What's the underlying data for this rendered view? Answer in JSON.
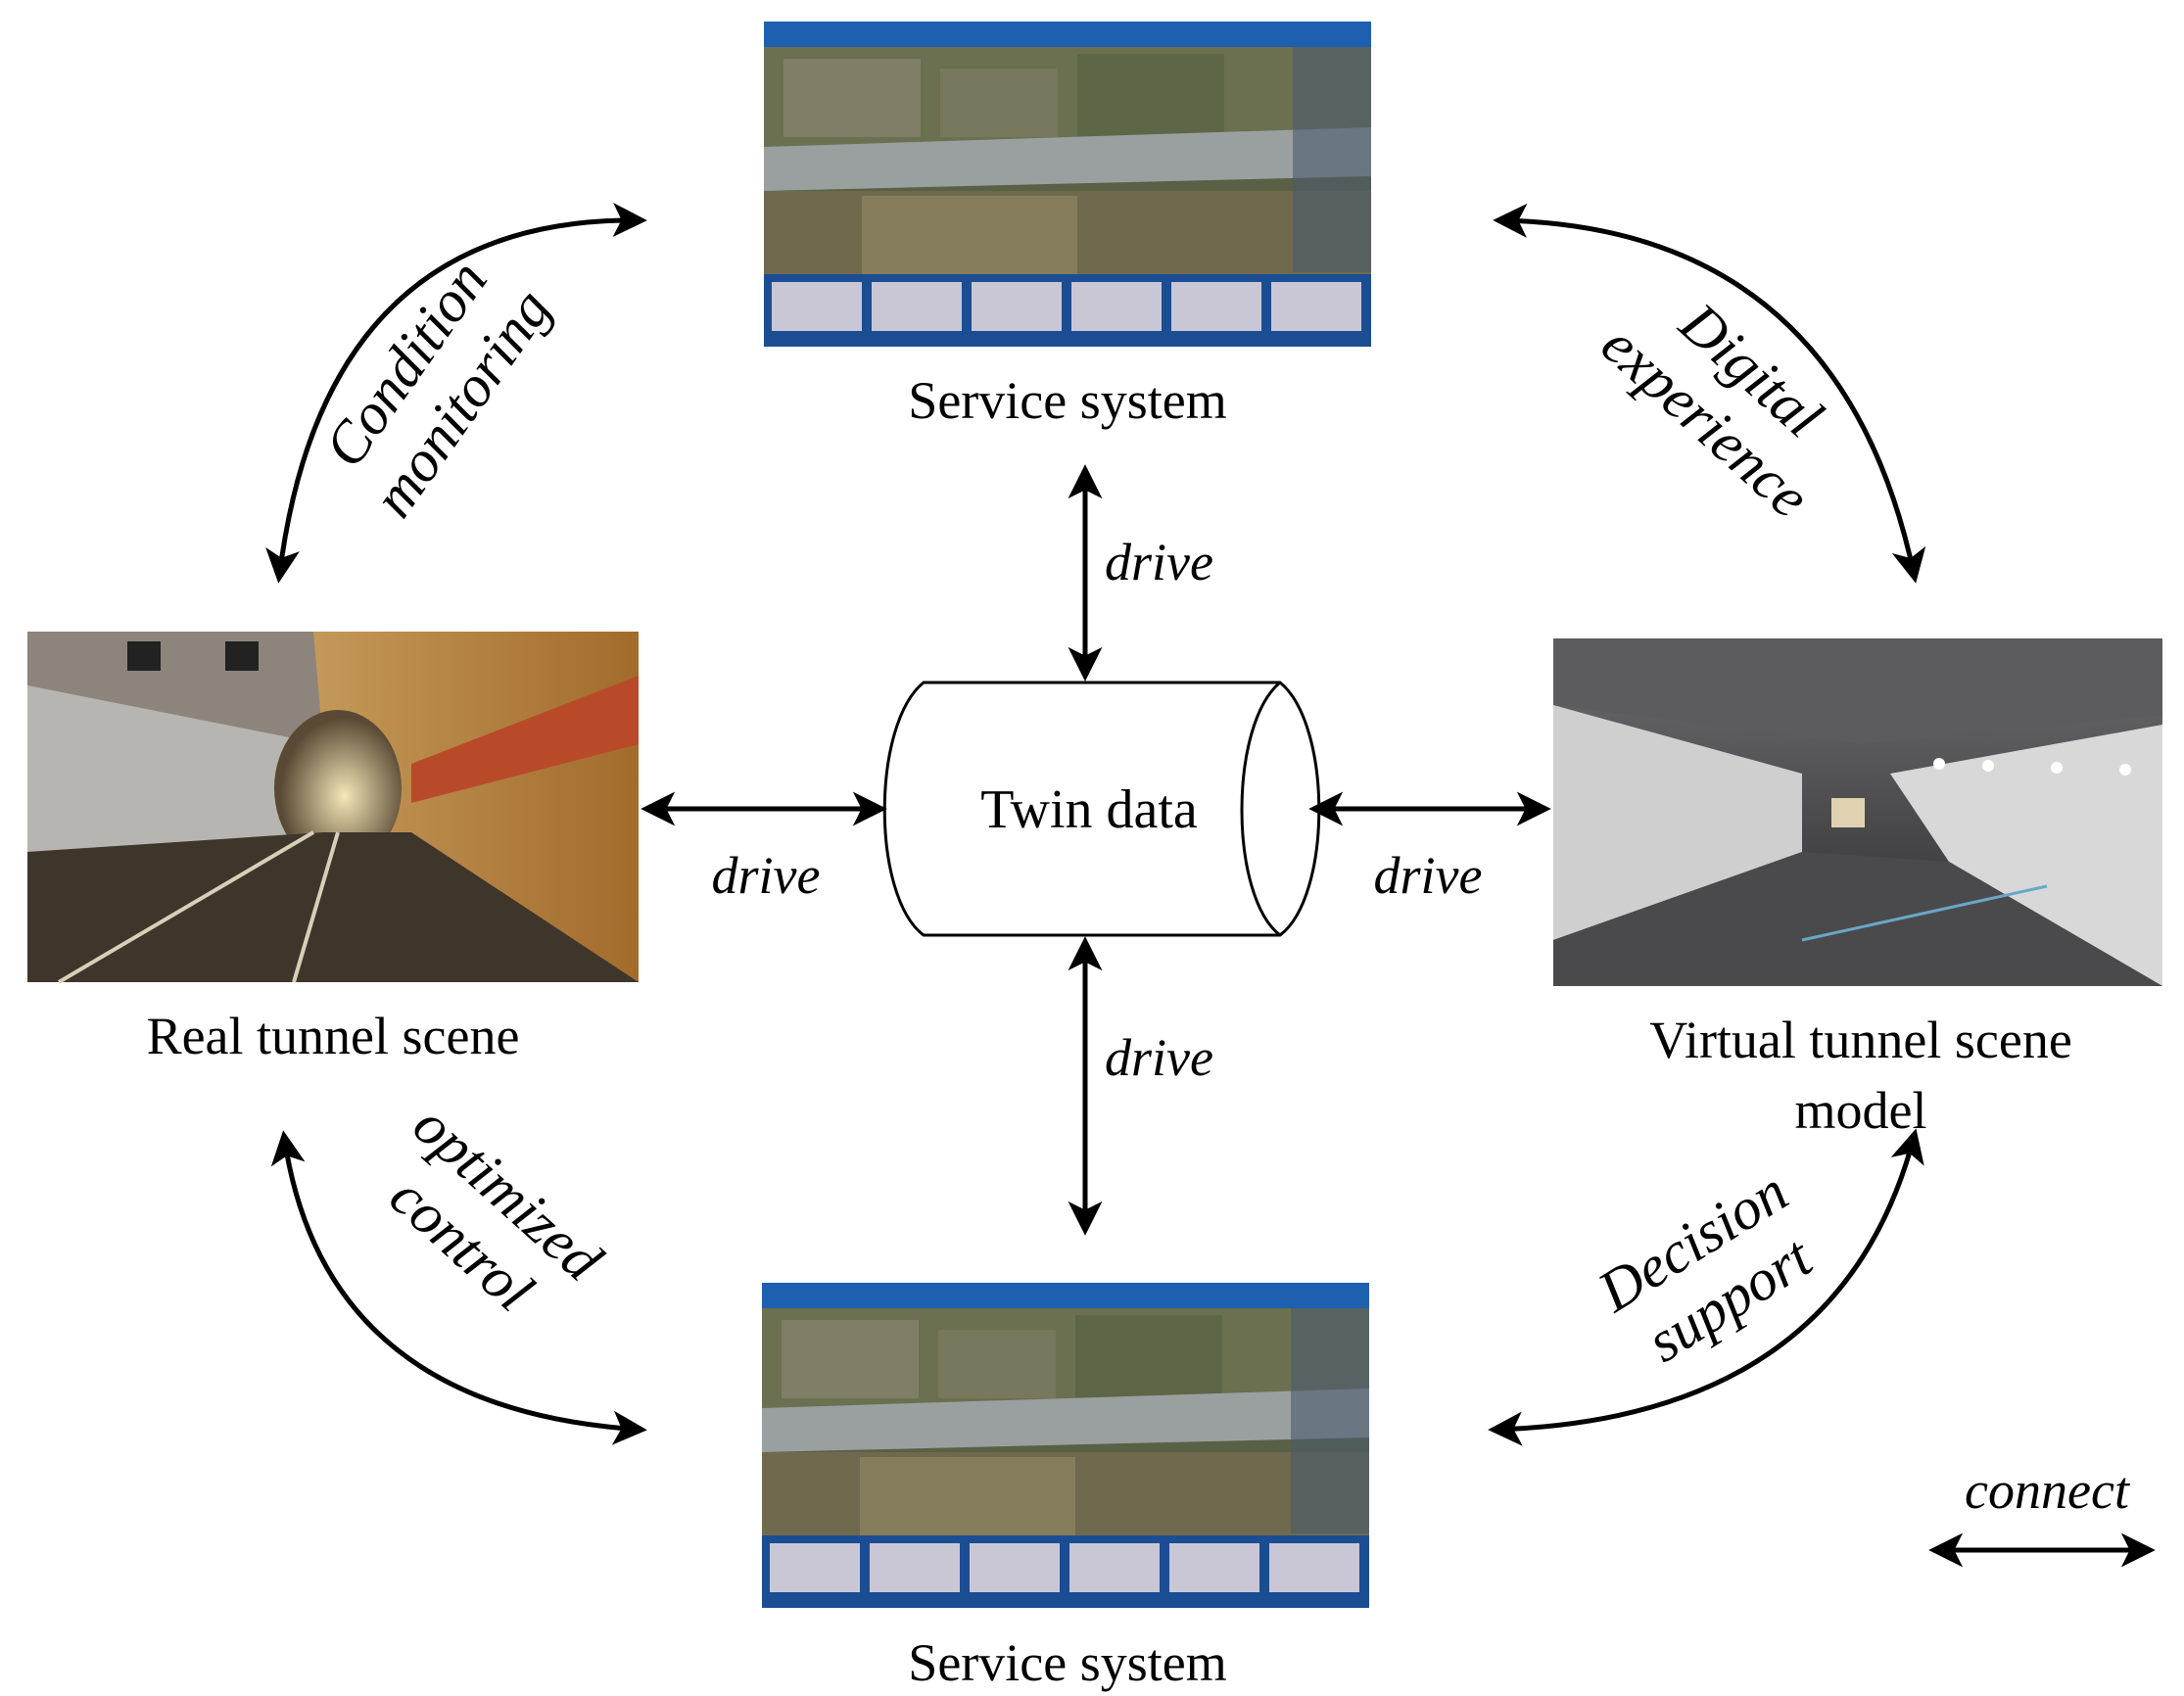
{
  "nodes": {
    "top": {
      "caption": "Service system",
      "image": "service-system-screenshot"
    },
    "bottom": {
      "caption": "Service system",
      "image": "service-system-screenshot"
    },
    "left": {
      "caption": "Real tunnel scene",
      "image": "real-tunnel-photo"
    },
    "right": {
      "caption_line1": "Virtual tunnel scene",
      "caption_line2": "model",
      "image": "virtual-tunnel-render"
    },
    "center": {
      "label": "Twin data"
    }
  },
  "edges": {
    "top": "drive",
    "bottom": "drive",
    "left": "drive",
    "right": "drive"
  },
  "curves": {
    "top_left": [
      "Condition",
      "monitoring"
    ],
    "top_right": [
      "Digital",
      "experience"
    ],
    "bottom_left": [
      "optimized",
      "control"
    ],
    "bottom_right": [
      "Decision",
      "support"
    ]
  },
  "legend": {
    "label": "connect"
  },
  "colors": {
    "line": "#000000",
    "map_dark": "#4c5438",
    "tunnel_orange": "#b07a3a",
    "ui_blue": "#1f5fb0"
  }
}
